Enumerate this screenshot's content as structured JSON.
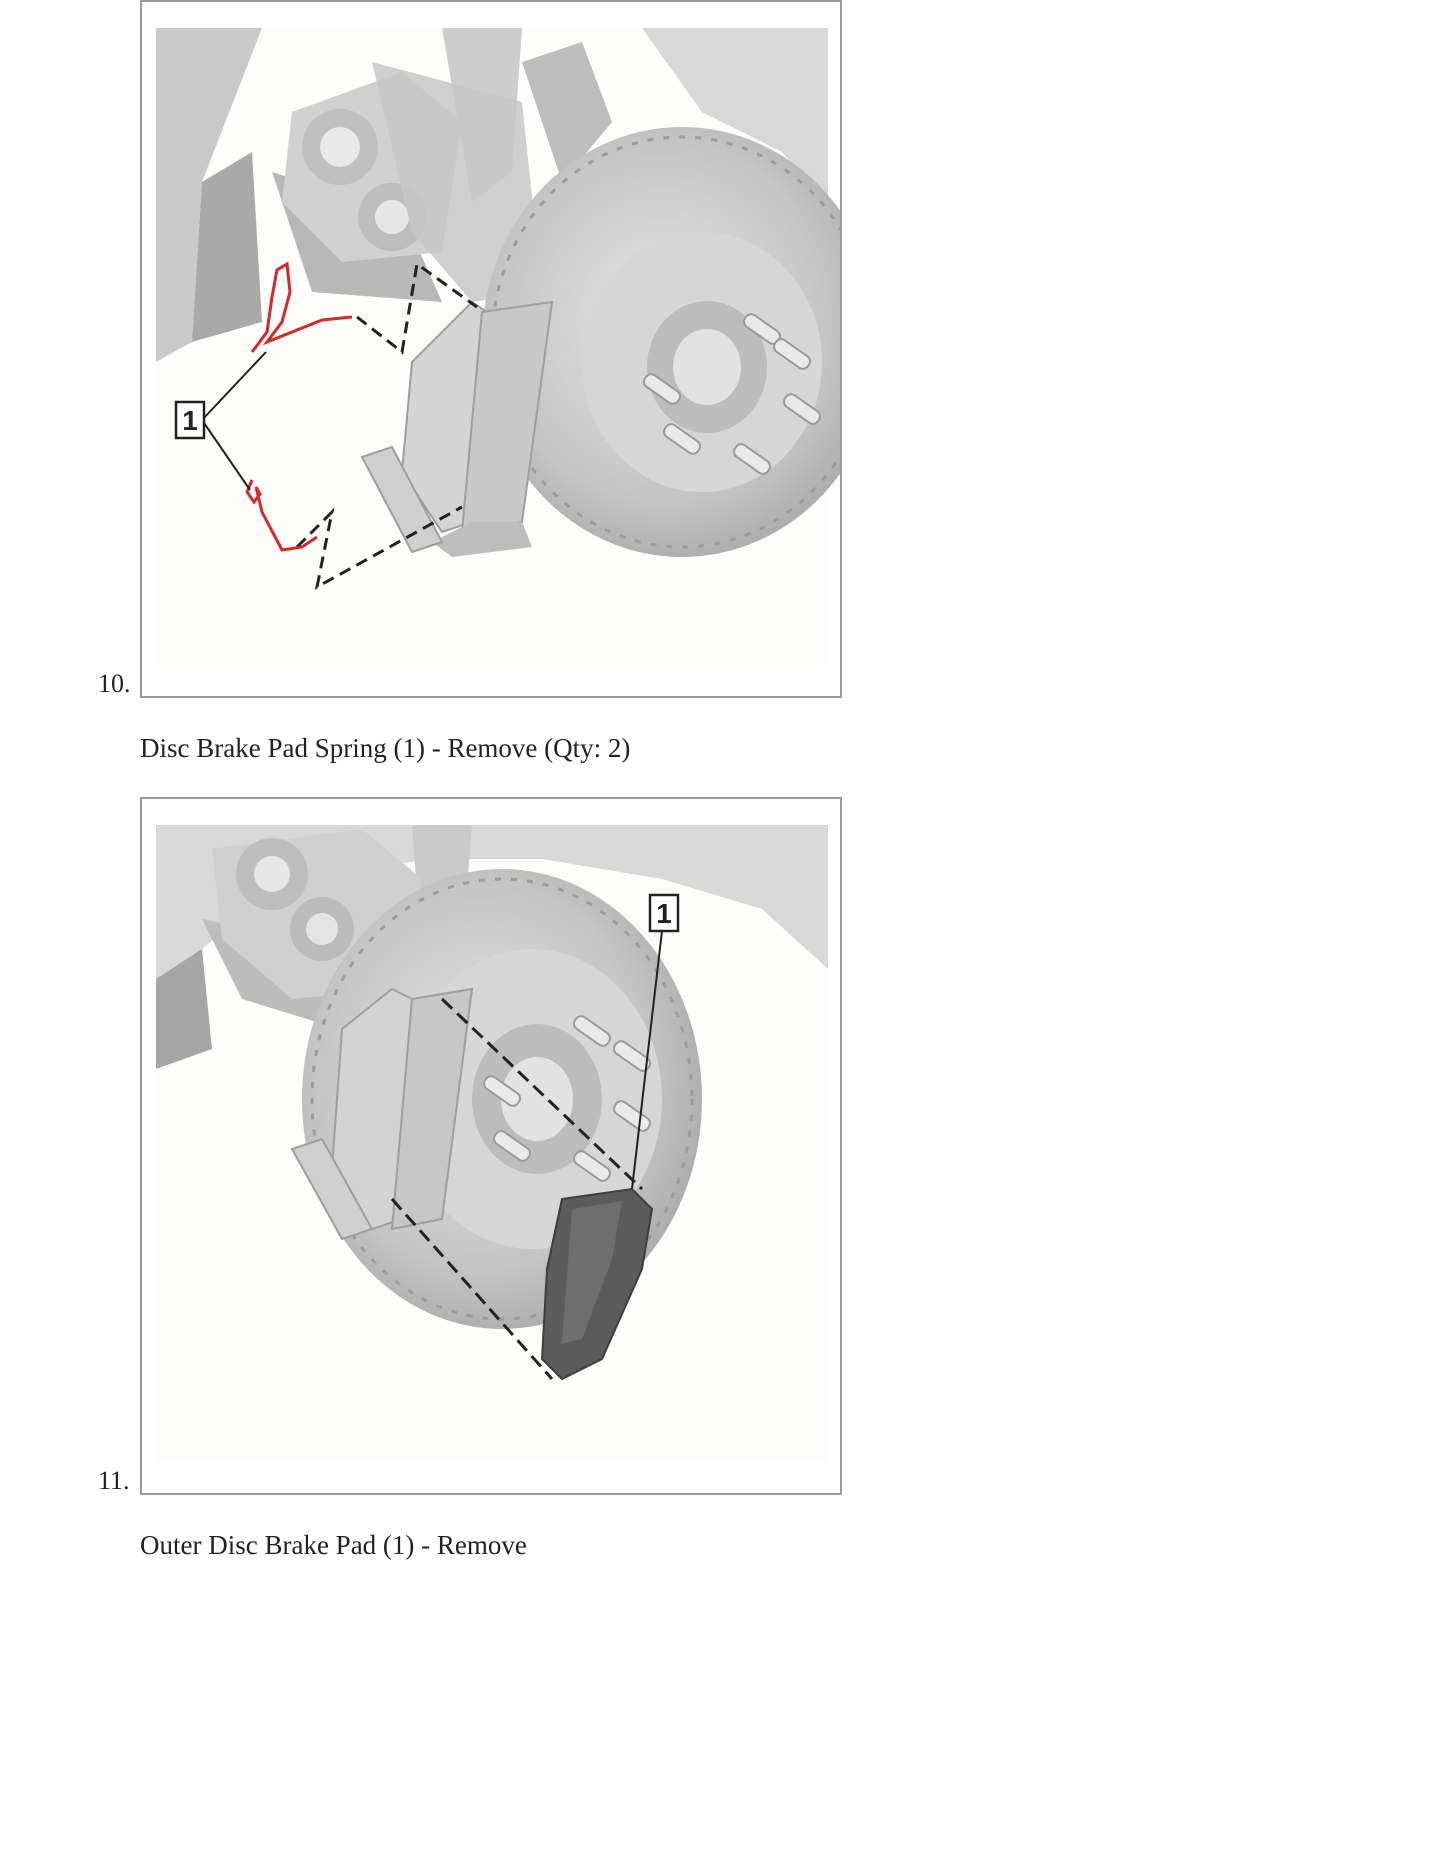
{
  "steps": [
    {
      "number": "10.",
      "callout": "1",
      "caption": "Disc Brake Pad Spring (1) - Remove (Qty: 2)"
    },
    {
      "number": "11.",
      "callout": "1",
      "caption": "Outer Disc Brake Pad (1) - Remove"
    }
  ],
  "colors": {
    "highlight_spring": "#d62828",
    "brake_pad": "#5c5c5c",
    "frame_border": "#9a9a9a"
  }
}
